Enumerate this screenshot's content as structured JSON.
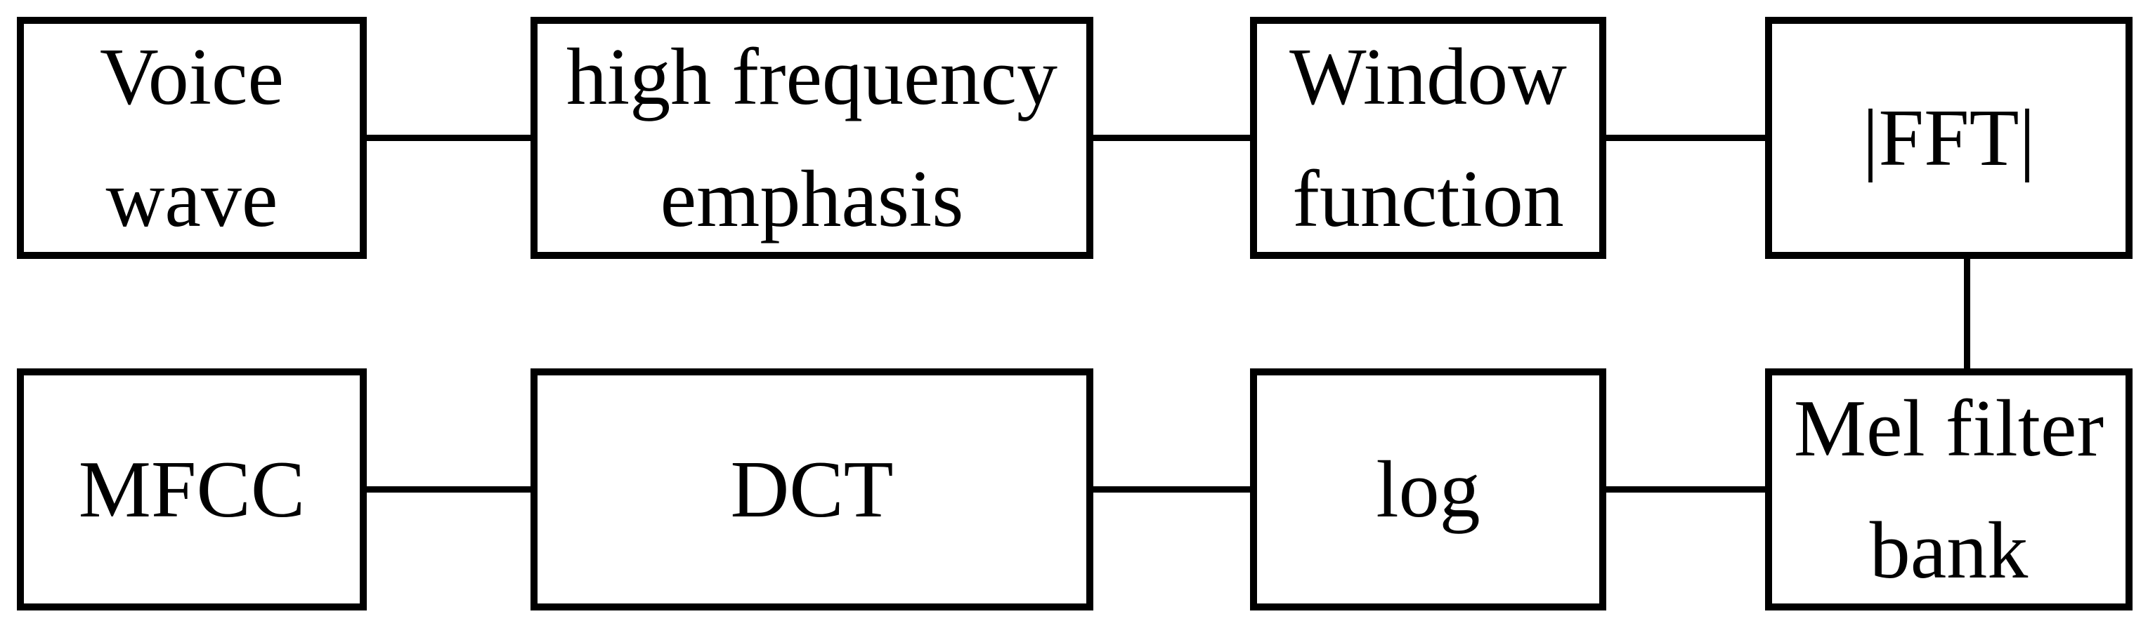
{
  "diagram": {
    "background_color": "#ffffff",
    "box_border_color": "#000000",
    "box_fill_color": "#ffffff",
    "text_color": "#000000",
    "connector_color": "#000000",
    "nodes": {
      "voice_wave": {
        "line1": "Voice",
        "line2": "wave"
      },
      "high_frequency_emphasis": {
        "line1": "high frequency",
        "line2": "emphasis"
      },
      "window_function": {
        "line1": "Window",
        "line2": "function"
      },
      "fft": {
        "line1": "|FFT|"
      },
      "mel_filter_bank": {
        "line1": "Mel filter",
        "line2": "bank"
      },
      "log": {
        "line1": "log"
      },
      "dct": {
        "line1": "DCT"
      },
      "mfcc": {
        "line1": "MFCC"
      }
    },
    "edges": [
      {
        "from": "voice_wave",
        "to": "high_frequency_emphasis"
      },
      {
        "from": "high_frequency_emphasis",
        "to": "window_function"
      },
      {
        "from": "window_function",
        "to": "fft"
      },
      {
        "from": "fft",
        "to": "mel_filter_bank"
      },
      {
        "from": "mel_filter_bank",
        "to": "log"
      },
      {
        "from": "log",
        "to": "dct"
      },
      {
        "from": "dct",
        "to": "mfcc"
      }
    ]
  }
}
